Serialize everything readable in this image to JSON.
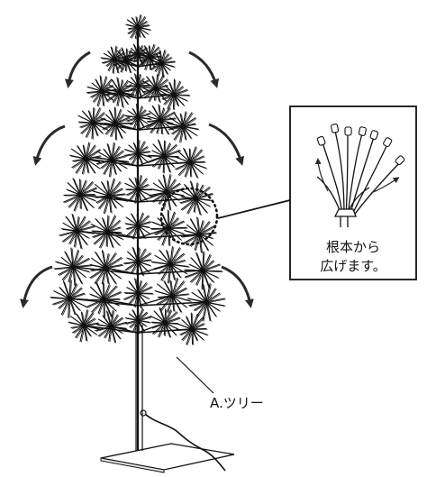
{
  "labels": {
    "tree_part": "A.ツリー",
    "callout_line1": "根本から",
    "callout_line2": "広げます。"
  },
  "colors": {
    "ink": "#111111",
    "arrow": "#2a2a2a",
    "background": "#ffffff"
  },
  "icons": {
    "spread_arrow": "curved-arrow-icon",
    "zoom_marker": "dotted-circle-icon"
  }
}
